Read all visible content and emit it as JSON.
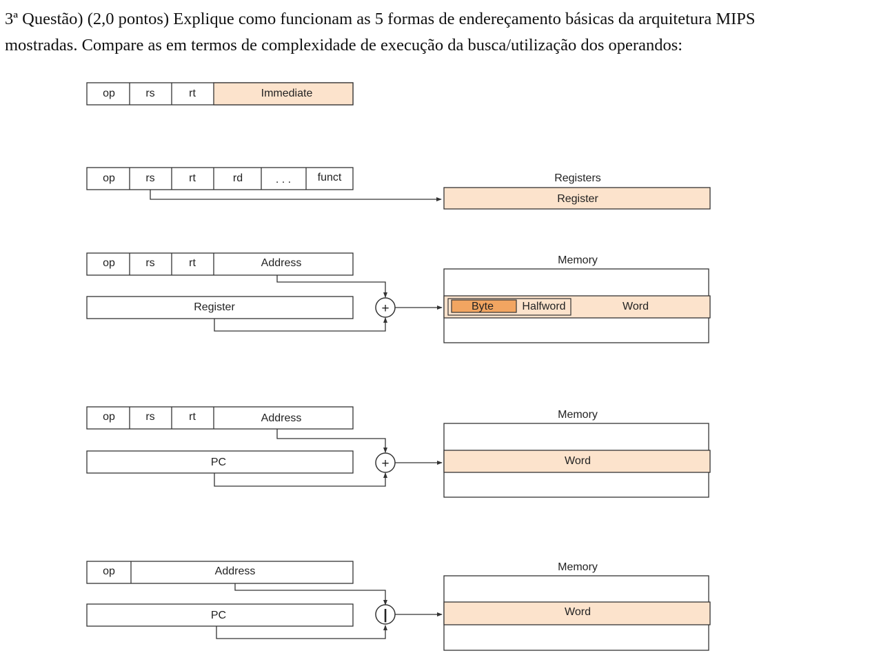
{
  "question": {
    "line1": "3ª Questão) (2,0 pontos) Explique como funcionam as 5 formas de endereçamento básicas da arquitetura MIPS",
    "line2": "mostradas. Compare as em termos de complexidade de execução da busca/utilização dos operandos:"
  },
  "diagrams": {
    "immediate": {
      "op": "op",
      "rs": "rs",
      "rt": "rt",
      "imm": "Immediate"
    },
    "register": {
      "op": "op",
      "rs": "rs",
      "rt": "rt",
      "rd": "rd",
      "dots": ". . .",
      "funct": "funct",
      "block_title": "Registers",
      "block_cell": "Register"
    },
    "base": {
      "op": "op",
      "rs": "rs",
      "rt": "rt",
      "addr": "Address",
      "reg": "Register",
      "adder": "+",
      "block_title": "Memory",
      "byte": "Byte",
      "halfword": "Halfword",
      "word": "Word"
    },
    "pc_relative": {
      "op": "op",
      "rs": "rs",
      "rt": "rt",
      "addr": "Address",
      "pc": "PC",
      "adder": "+",
      "block_title": "Memory",
      "word": "Word"
    },
    "pseudodirect": {
      "op": "op",
      "addr": "Address",
      "pc": "PC",
      "combiner": "|",
      "block_title": "Memory",
      "word": "Word"
    }
  },
  "colors": {
    "fill": "#fce3cc",
    "byte_fill": "#f2a561",
    "line": "#333333"
  }
}
